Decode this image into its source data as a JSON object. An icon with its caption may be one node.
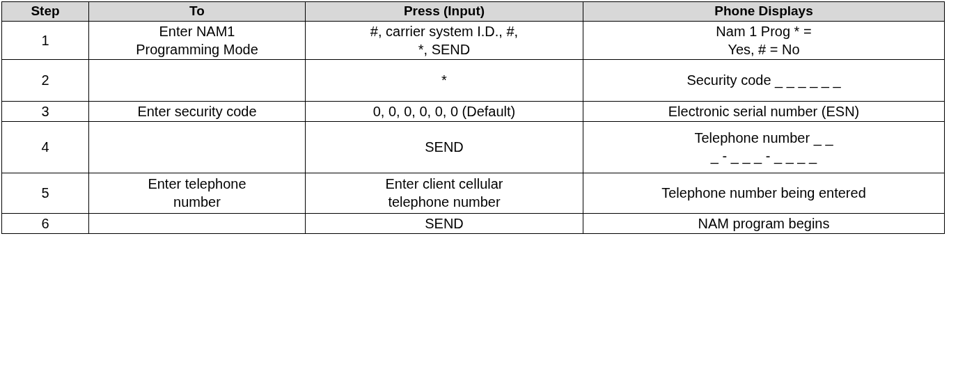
{
  "diagram": {
    "labels": [
      "Step",
      "To",
      "Press (Input)",
      "Phone Displays",
      "1",
      "Enter NAM1 Programming Mode",
      "#, carrier system I.D., #, *, SEND",
      "Nam 1 Prog * = Yes, # = No",
      "2",
      "*",
      "Security code _ _ _ _ _ _",
      "3",
      "Enter security code",
      "0, 0, 0, 0, 0, 0 (Default)",
      "Electronic serial number (ESN)",
      "4",
      "SEND",
      "Telephone number _ _ _ - _ _ _ - _ _ _ _",
      "5",
      "Enter telephone number",
      "Enter client cellular telephone number",
      "Telephone number being entered",
      "6",
      "SEND",
      "NAM program begins"
    ]
  }
}
